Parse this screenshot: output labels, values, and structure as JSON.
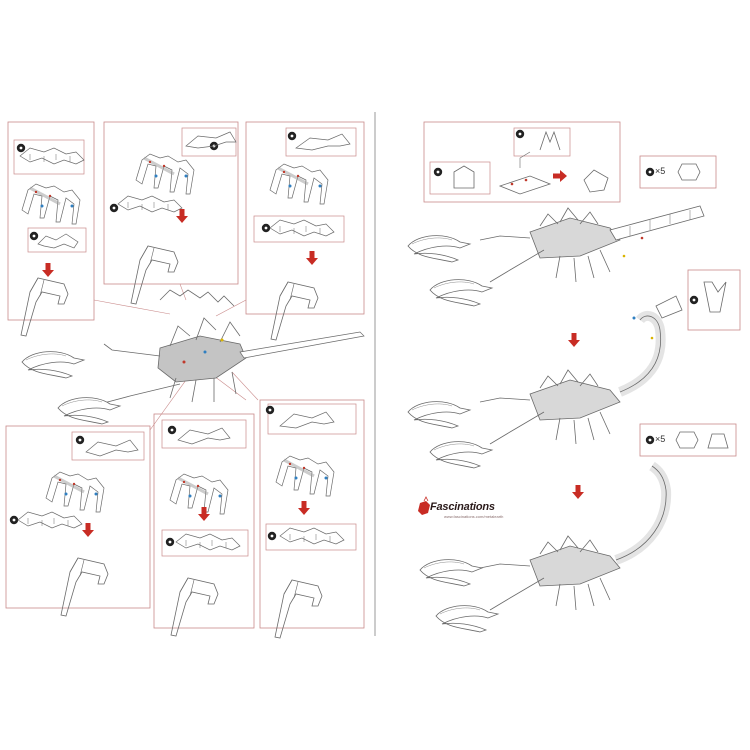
{
  "brand": {
    "name": "Fascinations",
    "url": "www.fascinations.com/metalearth"
  },
  "quantity_labels": [
    "×5",
    "×5"
  ],
  "colors": {
    "frame": "#c98a8a",
    "arrow": "#c82c24",
    "part_line": "#6a6a6a",
    "tab_red": "#c0392b",
    "tab_blue": "#2f7fc1",
    "tab_yellow": "#d9b400",
    "shade": "#b9b9b9"
  }
}
